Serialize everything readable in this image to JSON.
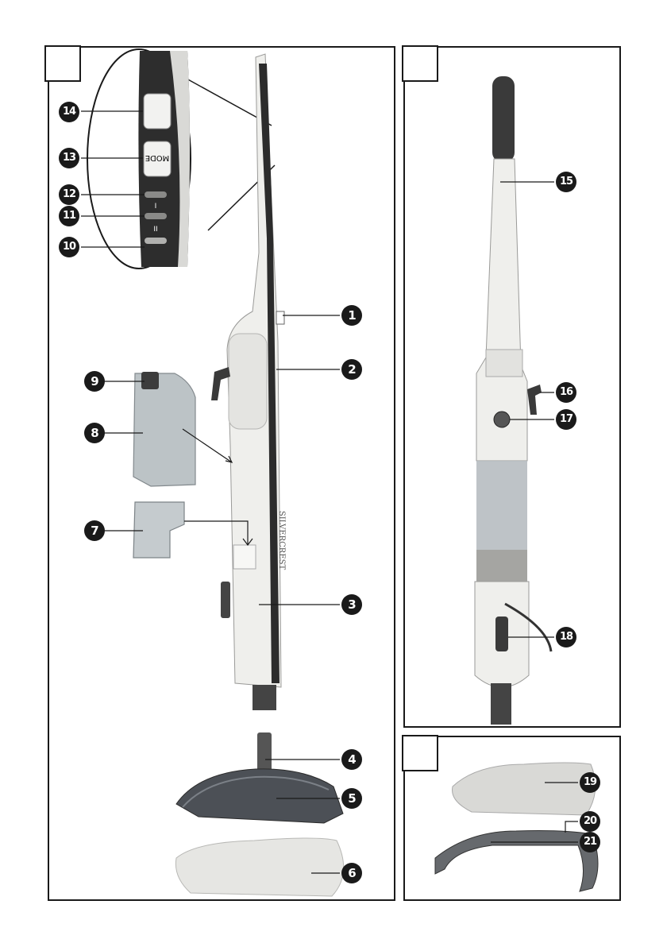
{
  "panels": {
    "figure_a": {
      "label": ""
    },
    "figure_b": {
      "label": ""
    },
    "figure_c": {
      "label": ""
    }
  },
  "callouts": [
    "1",
    "2",
    "3",
    "4",
    "5",
    "6",
    "7",
    "8",
    "9",
    "10",
    "11",
    "12",
    "13",
    "14",
    "15",
    "16",
    "17",
    "18",
    "19",
    "20",
    "21"
  ],
  "device": {
    "brand": "SILVERCREST",
    "mode_button": "MODE",
    "level_i": "I",
    "level_ii": "II"
  },
  "colors": {
    "badge": "#1a1a1a",
    "panel_border": "#1a1a1a",
    "body": "#eeeeea",
    "stripe": "#2b2b2b",
    "tank": "#9aa3a8",
    "base": "#4a4e54",
    "pad": "#e6e6e3"
  }
}
